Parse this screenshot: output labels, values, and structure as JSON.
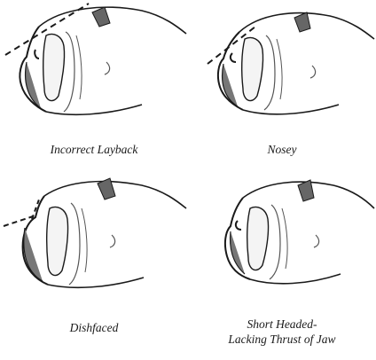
{
  "panels": [
    {
      "id": "incorrect-layback",
      "caption": "Incorrect Layback",
      "guide_line": "dashed"
    },
    {
      "id": "nosey",
      "caption": "Nosey",
      "guide_line": "dashed"
    },
    {
      "id": "dishfaced",
      "caption": "Dishfaced",
      "guide_line": "dashed"
    },
    {
      "id": "short-headed",
      "caption_line1": "Short Headed-",
      "caption_line2": "Lacking Thrust of Jaw"
    }
  ],
  "colors": {
    "ink": "#1a1a1a",
    "shade": "#555555",
    "background": "#ffffff"
  }
}
